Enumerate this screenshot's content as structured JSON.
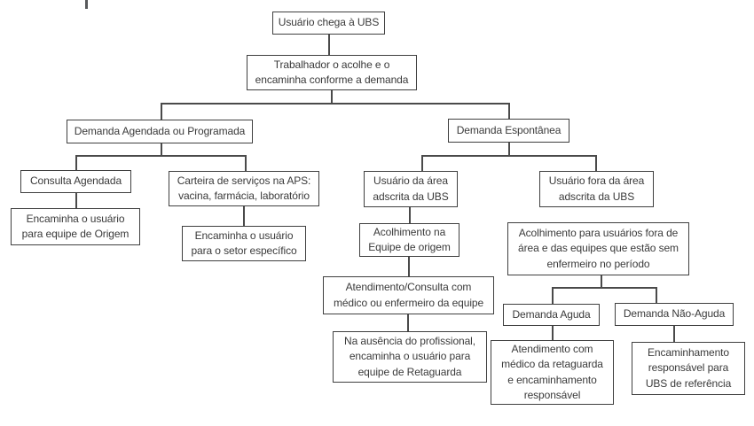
{
  "diagram": {
    "type": "flowchart",
    "language": "pt-BR",
    "colors": {
      "background": "#ffffff",
      "box_fill": "#ffffff",
      "box_border": "#3f3f3f",
      "text": "#3a3a3a",
      "connector_line": "#4a4a4a"
    },
    "nodes": {
      "usuario_chega": {
        "label": "Usuário chega à UBS"
      },
      "trabalhador_acolhe": {
        "label": "Trabalhador o acolhe e o\nencaminha conforme a demanda"
      },
      "demanda_agendada": {
        "label": "Demanda Agendada ou Programada"
      },
      "demanda_espontanea": {
        "label": "Demanda Espontânea"
      },
      "consulta_agendada": {
        "label": "Consulta Agendada"
      },
      "carteira_servicos": {
        "label": "Carteira de serviços na APS:\nvacina, farmácia, laboratório"
      },
      "usuario_area": {
        "label": "Usuário da área\nadscrita da UBS"
      },
      "usuario_fora": {
        "label": "Usuário fora da área\nadscrita da UBS"
      },
      "encaminha_origem": {
        "label": "Encaminha o usuário\npara equipe de Origem"
      },
      "encaminha_setor": {
        "label": "Encaminha o usuário\npara o setor específico"
      },
      "acolhimento_origem": {
        "label": "Acolhimento na\nEquipe de origem"
      },
      "acolhimento_fora": {
        "label": "Acolhimento para usuários fora de\nárea e das equipes que estão sem\nenfermeiro no período"
      },
      "atendimento_consulta": {
        "label": "Atendimento/Consulta com\nmédico ou enfermeiro da equipe"
      },
      "na_ausencia": {
        "label": "Na ausência do profissional,\nencaminha o usuário para\nequipe de Retaguarda"
      },
      "demanda_aguda": {
        "label": "Demanda Aguda"
      },
      "demanda_nao_aguda": {
        "label": "Demanda Não-Aguda"
      },
      "atendimento_retaguarda": {
        "label": "Atendimento com\nmédico da retaguarda\ne encaminhamento\nresponsável"
      },
      "encaminhamento_ubs": {
        "label": "Encaminhamento\nresponsável para\nUBS de referência"
      }
    },
    "edges": [
      [
        "usuario_chega",
        "trabalhador_acolhe"
      ],
      [
        "trabalhador_acolhe",
        "demanda_agendada"
      ],
      [
        "trabalhador_acolhe",
        "demanda_espontanea"
      ],
      [
        "demanda_agendada",
        "consulta_agendada"
      ],
      [
        "demanda_agendada",
        "carteira_servicos"
      ],
      [
        "consulta_agendada",
        "encaminha_origem"
      ],
      [
        "carteira_servicos",
        "encaminha_setor"
      ],
      [
        "demanda_espontanea",
        "usuario_area"
      ],
      [
        "demanda_espontanea",
        "usuario_fora"
      ],
      [
        "usuario_area",
        "acolhimento_origem"
      ],
      [
        "acolhimento_origem",
        "atendimento_consulta"
      ],
      [
        "atendimento_consulta",
        "na_ausencia"
      ],
      [
        "usuario_fora",
        "acolhimento_fora"
      ],
      [
        "acolhimento_fora",
        "demanda_aguda"
      ],
      [
        "acolhimento_fora",
        "demanda_nao_aguda"
      ],
      [
        "demanda_aguda",
        "atendimento_retaguarda"
      ],
      [
        "demanda_nao_aguda",
        "encaminhamento_ubs"
      ]
    ]
  }
}
